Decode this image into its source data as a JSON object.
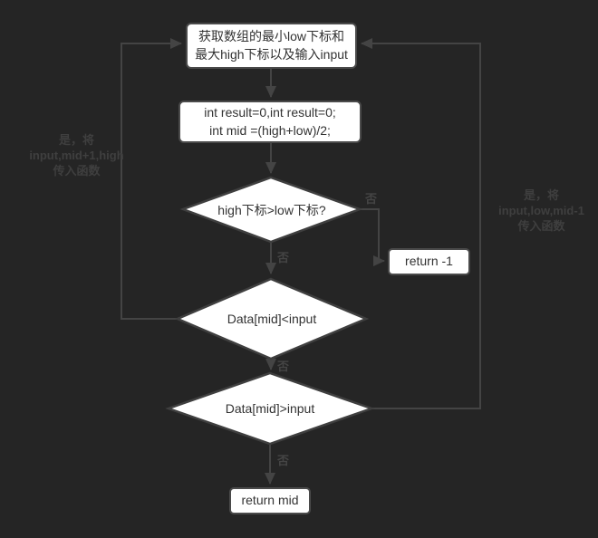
{
  "diagram": {
    "title_hint": "binary-search flowchart",
    "nodes": {
      "start_box": {
        "line1": "获取数组的最小low下标和",
        "line2": "最大high下标以及输入input"
      },
      "init_box": {
        "line1": "int result=0,int result=0;",
        "line2": "int mid =(high+low)/2;"
      },
      "decision1": {
        "label": "high下标>low下标?"
      },
      "return_neg1_box": {
        "label": "return -1"
      },
      "decision2": {
        "label": "Data[mid]<input"
      },
      "decision3": {
        "label": "Data[mid]>input"
      },
      "return_mid_box": {
        "label": "return mid"
      }
    },
    "edge_labels": {
      "no_right_of_decision1": "否",
      "no_below_decision1": "否",
      "no_below_decision2": "否",
      "no_below_decision3": "否"
    },
    "annotations": {
      "left": {
        "line1": "是，将",
        "line2": "input,mid+1,high",
        "line3": "传入函数"
      },
      "right": {
        "line1": "是，将",
        "line2": "input,low,mid-1",
        "line3": "传入函数"
      }
    },
    "colors": {
      "background": "#252525",
      "node_fill": "#ffffff",
      "node_border": "#4a4a4a",
      "connector_line": "#444444",
      "node_text": "#333333",
      "annotation_text": "#3f3f3f"
    }
  }
}
